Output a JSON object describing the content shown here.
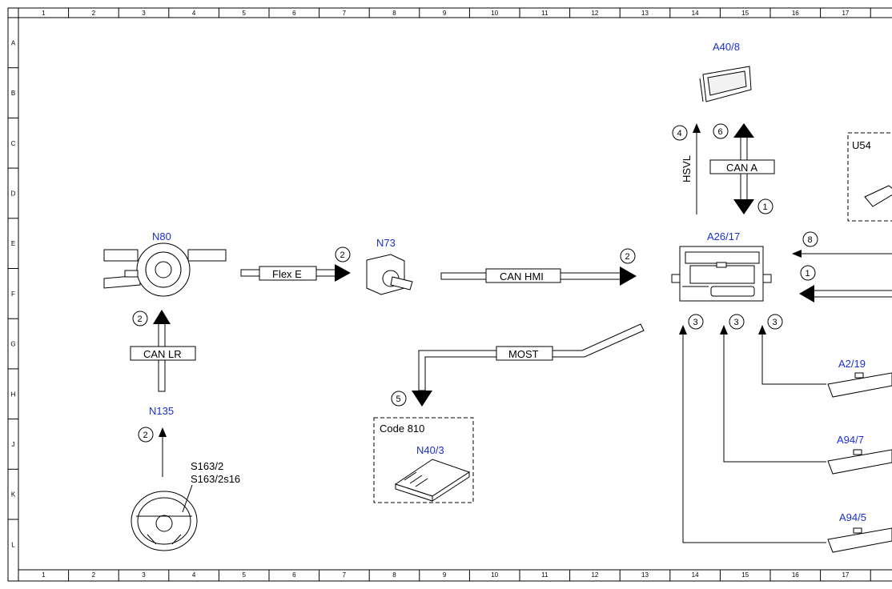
{
  "grid": {
    "columns": [
      "1",
      "2",
      "3",
      "4",
      "5",
      "6",
      "7",
      "8",
      "9",
      "10",
      "11",
      "12",
      "13",
      "14",
      "15",
      "16",
      "17",
      ""
    ],
    "rows": [
      "A",
      "B",
      "C",
      "D",
      "E",
      "F",
      "G",
      "H",
      "J",
      "K",
      "L"
    ]
  },
  "components": {
    "n80": "N80",
    "n73": "N73",
    "n135": "N135",
    "a40_8": "A40/8",
    "a26_17": "A26/17",
    "u54": "U54",
    "a2_19": "A2/19",
    "a94_7": "A94/7",
    "a94_5": "A94/5",
    "n40_3": "N40/3",
    "s163_2": "S163/2",
    "s163_2s16": "S163/2s16"
  },
  "buses": {
    "flex_e": "Flex E",
    "can_hmi": "CAN HMI",
    "can_lr": "CAN LR",
    "can_a": "CAN A",
    "most": "MOST",
    "hsvl": "HSVL"
  },
  "code_box": {
    "label": "Code 810"
  },
  "markers": {
    "flex_e": "2",
    "can_hmi": "2",
    "can_lr": "2",
    "n135": "2",
    "hsvl": "4",
    "can_a_up": "6",
    "can_a_down": "1",
    "a26_right_top": "8",
    "a26_right_bottom": "1",
    "a2_19_line": "3",
    "a94_7_line": "3",
    "a94_5_line": "3",
    "most": "5"
  }
}
